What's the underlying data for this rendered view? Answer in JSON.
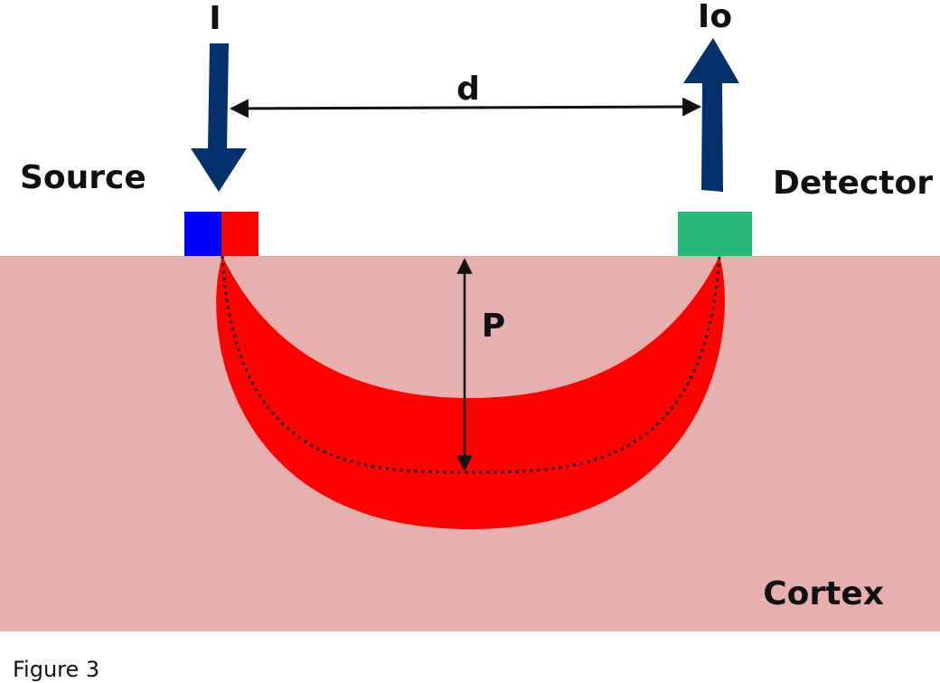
{
  "labels": {
    "incident_intensity": "I",
    "detected_intensity": "Io",
    "distance": "d",
    "source": "Source",
    "detector": "Detector",
    "penetration_depth": "P",
    "tissue": "Cortex"
  },
  "caption": "Figure 3",
  "colors": {
    "tissue": "#e8afaf",
    "banana_path": "#ff0000",
    "source_blue": "#0000ff",
    "source_red": "#ff0000",
    "detector": "#26b877",
    "light_arrow": "#04306b",
    "measure_line": "#111111"
  }
}
